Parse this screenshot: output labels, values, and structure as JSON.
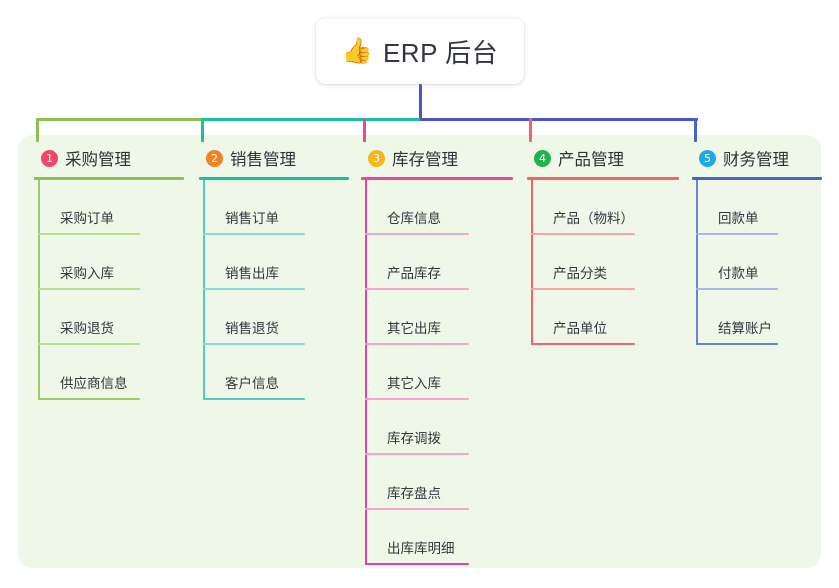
{
  "root": {
    "icon": "thumbs-up-icon",
    "emoji": "👍",
    "title": "ERP 后台"
  },
  "colors": {
    "panel_bg": "#eff7e9",
    "page_bg": "#ffffff",
    "text": "#33373c",
    "trunk_stem": "#4a56c4",
    "bus_green": "#8cc152",
    "bus_teal": "#18bfa4",
    "bus_indigo": "#4a56c4",
    "drop_1": "#8cc152",
    "drop_2": "#18bfa4",
    "drop_3": "#ec4899",
    "drop_4": "#f4626a",
    "drop_5": "#4a63c8"
  },
  "columns": [
    {
      "number": "1",
      "title": "采购管理",
      "badge_color": "#f2476b",
      "rule_color": "#8cc152",
      "spine_color": "#9ccb6b",
      "leaf_rule_color": "#b7dc94",
      "items": [
        "采购订单",
        "采购入库",
        "采购退货",
        "供应商信息"
      ]
    },
    {
      "number": "2",
      "title": "销售管理",
      "badge_color": "#f58220",
      "rule_color": "#18bfa4",
      "spine_color": "#4ecdc0",
      "leaf_rule_color": "#84dcd3",
      "items": [
        "销售订单",
        "销售出库",
        "销售退货",
        "客户信息"
      ]
    },
    {
      "number": "3",
      "title": "库存管理",
      "badge_color": "#f5b819",
      "rule_color": "#ec4899",
      "spine_color": "#e0479a",
      "leaf_rule_color": "#f3a7ce",
      "items": [
        "仓库信息",
        "产品库存",
        "其它出库",
        "其它入库",
        "库存调拨",
        "库存盘点",
        "出库库明细"
      ]
    },
    {
      "number": "4",
      "title": "产品管理",
      "badge_color": "#22b24c",
      "rule_color": "#f4626a",
      "spine_color": "#f4626a",
      "leaf_rule_color": "#f8a6a4",
      "items": [
        "产品（物料）",
        "产品分类",
        "产品单位"
      ]
    },
    {
      "number": "5",
      "title": "财务管理",
      "badge_color": "#21a8e8",
      "rule_color": "#4a63c8",
      "spine_color": "#6d82d6",
      "leaf_rule_color": "#a9b8e4",
      "items": [
        "回款单",
        "付款单",
        "结算账户"
      ]
    }
  ]
}
